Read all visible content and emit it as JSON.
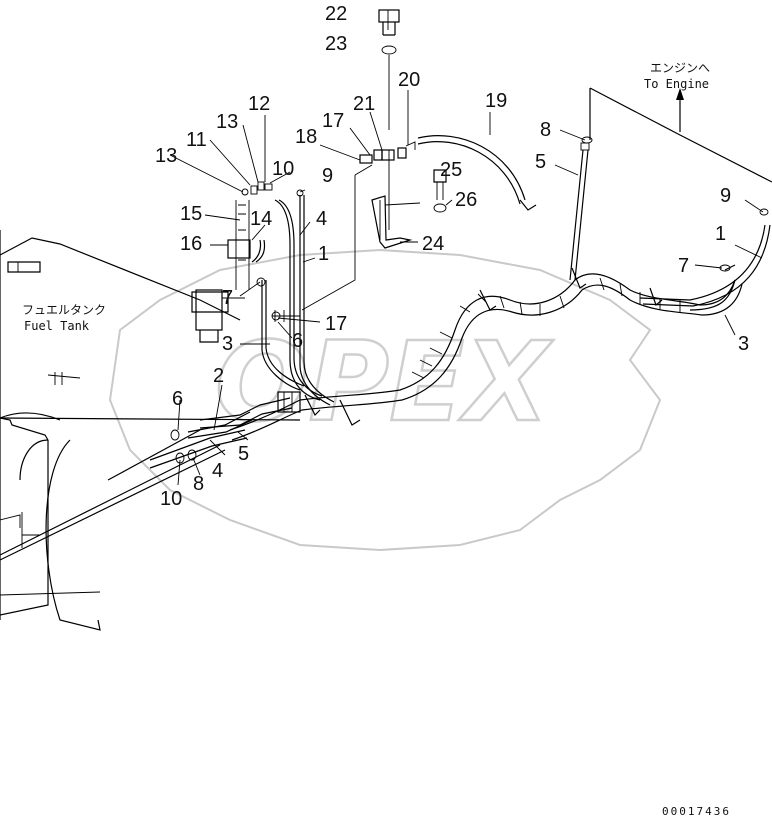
{
  "labels": {
    "fuel_tank_jp": "フュエルタンク",
    "fuel_tank_en": "Fuel Tank",
    "to_engine_jp": "エンジンへ",
    "to_engine_en": "To Engine",
    "drawing_code": "00017436"
  },
  "callouts": {
    "c1a": "1",
    "c1b": "1",
    "c2": "2",
    "c3a": "3",
    "c3b": "3",
    "c4a": "4",
    "c4b": "4",
    "c5a": "5",
    "c5b": "5",
    "c6a": "6",
    "c6b": "6",
    "c7a": "7",
    "c7b": "7",
    "c8a": "8",
    "c8b": "8",
    "c9a": "9",
    "c9b": "9",
    "c10a": "10",
    "c10b": "10",
    "c11": "11",
    "c12": "12",
    "c13a": "13",
    "c13b": "13",
    "c14": "14",
    "c15": "15",
    "c16": "16",
    "c17a": "17",
    "c17b": "17",
    "c18": "18",
    "c19": "19",
    "c20": "20",
    "c21": "21",
    "c22": "22",
    "c23": "23",
    "c24": "24",
    "c25": "25",
    "c26": "26"
  },
  "watermark": "OPEX"
}
